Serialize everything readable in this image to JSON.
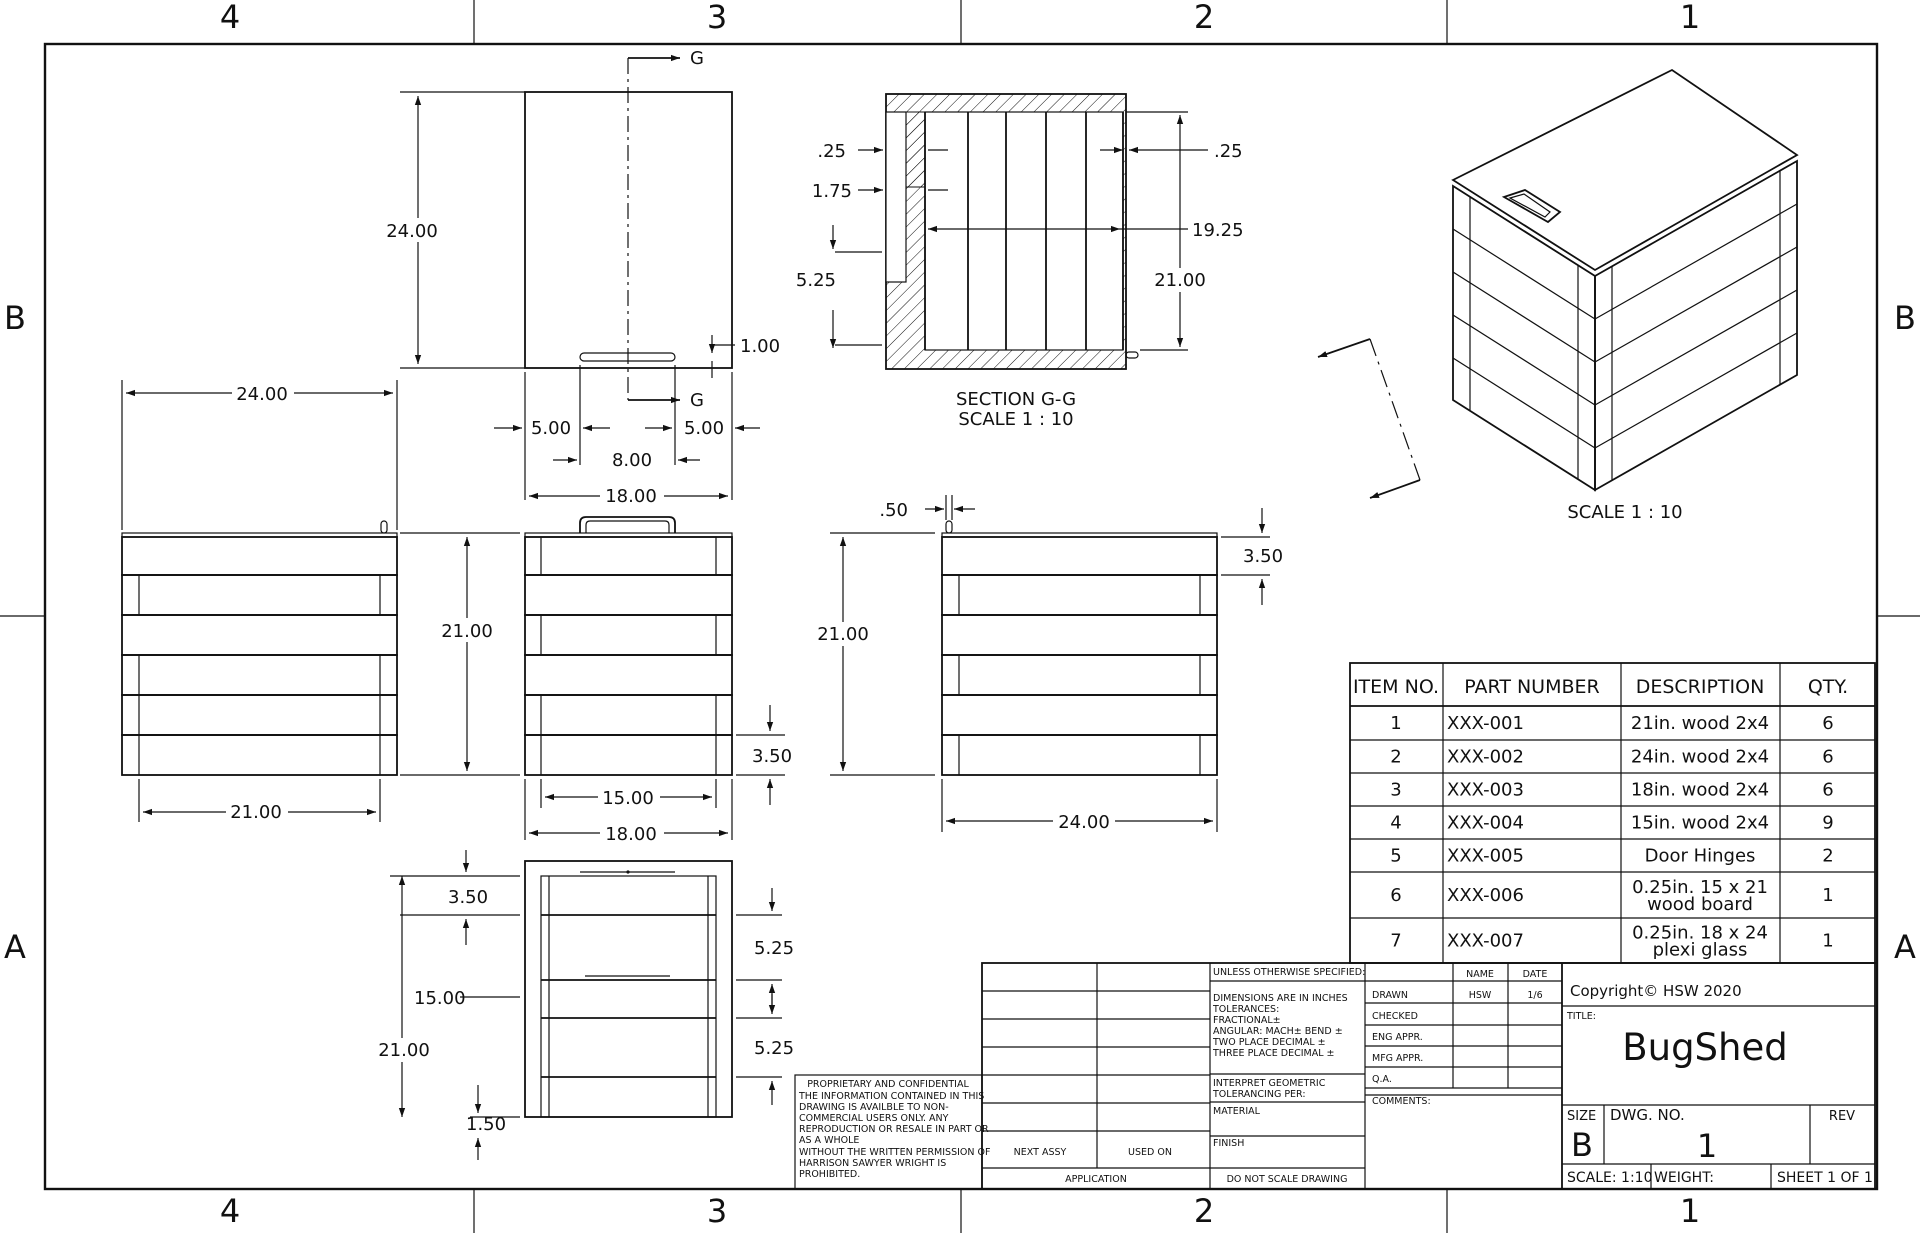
{
  "zones": {
    "columns": [
      "4",
      "3",
      "2",
      "1"
    ],
    "rows": [
      "B",
      "A"
    ]
  },
  "section_markers": {
    "top": "G",
    "bottom": "G"
  },
  "section_view": {
    "title": "SECTION G-G",
    "scale": "SCALE 1 : 10"
  },
  "iso_view": {
    "scale": "SCALE 1 : 10"
  },
  "dimensions": {
    "top_height": "24.00",
    "handle_offset": "1.00",
    "left_gap": "5.00",
    "right_gap": "5.00",
    "handle_width": "8.00",
    "top_width": "18.00",
    "sec_wall_top": ".25",
    "sec_notch": "1.75",
    "sec_opening": "5.25",
    "sec_wall_right": ".25",
    "sec_inner": "19.25",
    "sec_height": "21.00",
    "side_width_top": "24.00",
    "side_height": "21.00",
    "side_inner_width": "21.00",
    "front_inner_width": "15.00",
    "board_height": "3.50",
    "front_width_lower": "18.00",
    "right_lip": ".50",
    "right_board": "3.50",
    "right_height": "21.00",
    "right_width": "24.00",
    "bottom_board": "3.50",
    "bottom_inner": "15.00",
    "bottom_height": "21.00",
    "bottom_slot1": "5.25",
    "bottom_slot2": "5.25",
    "bottom_base": "1.50"
  },
  "bom": {
    "headers": [
      "ITEM NO.",
      "PART NUMBER",
      "DESCRIPTION",
      "QTY."
    ],
    "rows": [
      {
        "item": "1",
        "part": "XXX-001",
        "desc1": "21in. wood 2x4",
        "desc2": "",
        "qty": "6"
      },
      {
        "item": "2",
        "part": "XXX-002",
        "desc1": "24in. wood 2x4",
        "desc2": "",
        "qty": "6"
      },
      {
        "item": "3",
        "part": "XXX-003",
        "desc1": "18in. wood 2x4",
        "desc2": "",
        "qty": "6"
      },
      {
        "item": "4",
        "part": "XXX-004",
        "desc1": "15in. wood 2x4",
        "desc2": "",
        "qty": "9"
      },
      {
        "item": "5",
        "part": "XXX-005",
        "desc1": "Door Hinges",
        "desc2": "",
        "qty": "2"
      },
      {
        "item": "6",
        "part": "XXX-006",
        "desc1": "0.25in. 15 x 21",
        "desc2": "wood board",
        "qty": "1"
      },
      {
        "item": "7",
        "part": "XXX-007",
        "desc1": "0.25in. 18 x 24",
        "desc2": "plexi glass",
        "qty": "1"
      }
    ]
  },
  "title_block": {
    "unless": "UNLESS OTHERWISE SPECIFIED:",
    "dims_lines": [
      "DIMENSIONS ARE IN INCHES",
      "TOLERANCES:",
      "FRACTIONAL±",
      "ANGULAR: MACH±    BEND ±",
      "TWO PLACE DECIMAL    ±",
      "THREE PLACE DECIMAL  ±"
    ],
    "interpret_lines": [
      "INTERPRET GEOMETRIC",
      "TOLERANCING PER:"
    ],
    "material": "MATERIAL",
    "finish": "FINISH",
    "no_scale": "DO NOT SCALE DRAWING",
    "next_assy": "NEXT ASSY",
    "used_on": "USED ON",
    "application": "APPLICATION",
    "proprietary_lines": [
      "PROPRIETARY AND CONFIDENTIAL",
      "THE INFORMATION CONTAINED IN THIS",
      "DRAWING IS AVAILBLE TO NON-",
      "COMMERCIAL USERS ONLY. ANY",
      "REPRODUCTION OR RESALE IN PART OR",
      "AS A WHOLE",
      "WITHOUT THE WRITTEN PERMISSION OF",
      "HARRISON SAWYER WRIGHT IS",
      "PROHIBITED."
    ],
    "name_h": "NAME",
    "date_h": "DATE",
    "drawn": "DRAWN",
    "drawn_name": "HSW",
    "drawn_date": "1/6",
    "checked": "CHECKED",
    "eng": "ENG APPR.",
    "mfg": "MFG APPR.",
    "qa": "Q.A.",
    "comments": "COMMENTS:",
    "copyright": "Copyright© HSW 2020",
    "title_label": "TITLE:",
    "title": "BugShed",
    "size_label": "SIZE",
    "size": "B",
    "dwg_label": "DWG.  NO.",
    "dwg_no": "1",
    "rev_label": "REV",
    "scale": "SCALE: 1:10",
    "weight": "WEIGHT:",
    "sheet": "SHEET 1 OF 1"
  }
}
